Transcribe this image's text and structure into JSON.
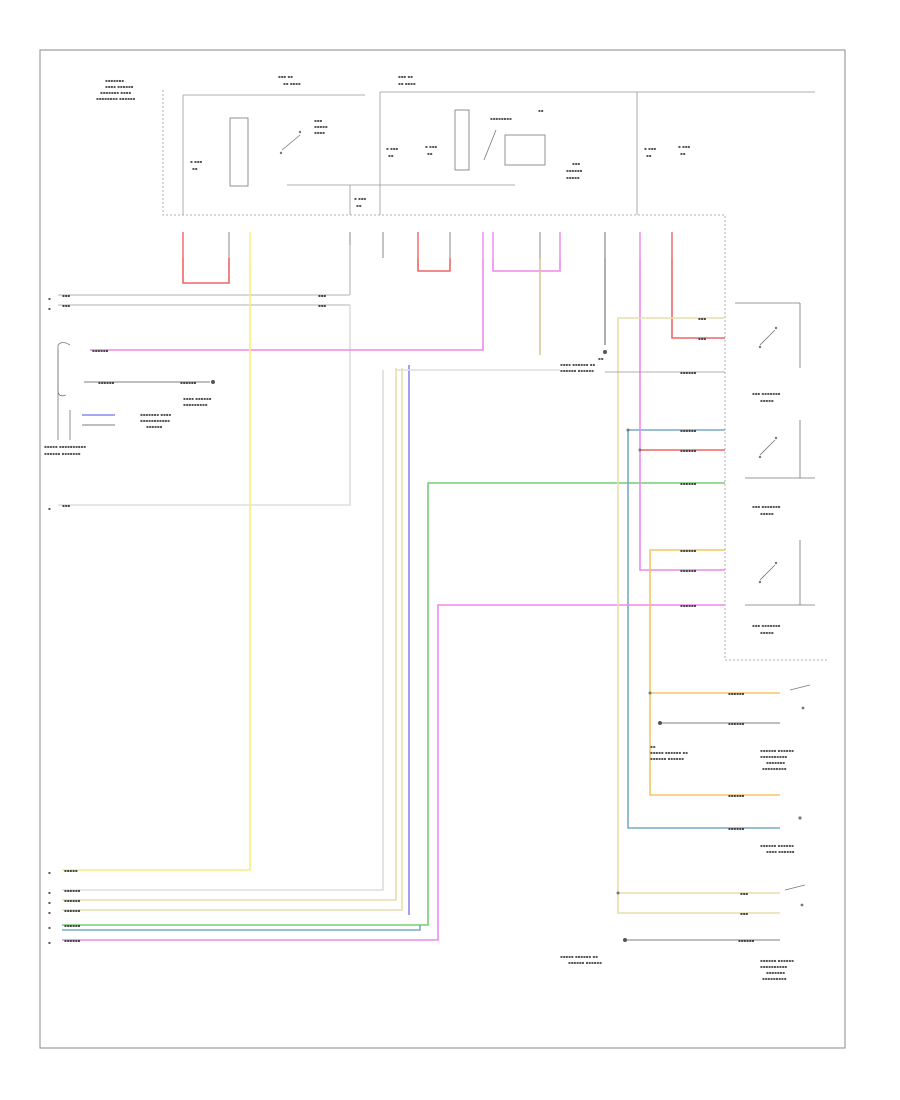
{
  "diagram": {
    "footer_code": "",
    "colors": {
      "pink": "#ee88ee",
      "yellow": "#f5f07a",
      "red": "#ee6666",
      "green": "#77cc77",
      "teal": "#77aacc",
      "purple": "#8888ee",
      "orange": "#f5c560",
      "tan": "#d6c89a",
      "gray": "#aaaaaa"
    },
    "parts": [
      "battery-junction-box",
      "hot-at-all-times-bus",
      "hot-in-run-bus",
      "main-relay",
      "cooling-fan-relay",
      "fuse-block",
      "fan-control-relay-1",
      "fan-control-relay-2",
      "fan-control-relay-3",
      "engine-coolant-temp-sensor",
      "radiator-fan-motor",
      "engine-control-module",
      "ground-points"
    ]
  }
}
